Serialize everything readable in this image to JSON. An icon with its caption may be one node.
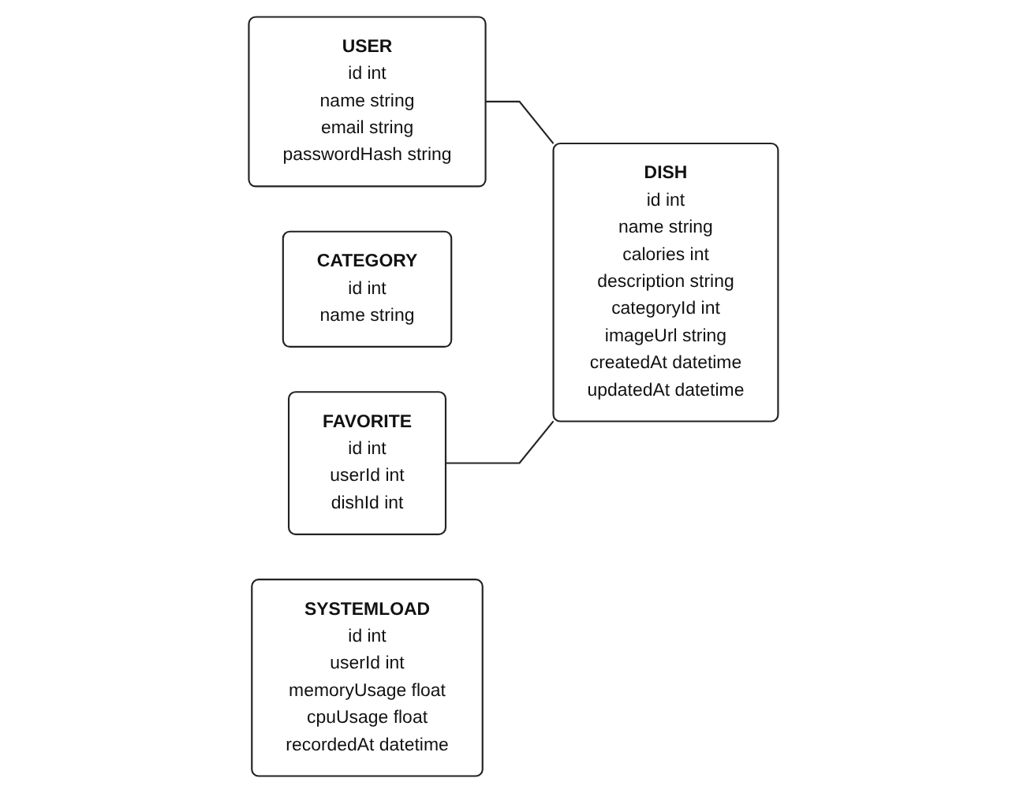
{
  "diagram": {
    "nodes": [
      {
        "text": [
          "USER",
          "id int",
          "name string",
          "email string",
          "passwordHash string"
        ]
      },
      {
        "text": [
          "CATEGORY",
          "id int",
          "name string"
        ]
      },
      {
        "text": [
          "DISH",
          "id int",
          "name string",
          "calories int",
          "description string",
          "categoryId int",
          "imageUrl string",
          "createdAt datetime",
          "updatedAt datetime"
        ]
      },
      {
        "text": [
          "FAVORITE",
          "id int",
          "userId int",
          "dishId int"
        ]
      },
      {
        "text": [
          "SYSTEMLOAD",
          "id int",
          "userId int",
          "memoryUsage float",
          "cpuUsage float",
          "recordedAt datetime"
        ]
      }
    ],
    "edges": [
      {
        "from": 0,
        "to": 2,
        "arrow": "none"
      },
      {
        "from": 3,
        "to": 2,
        "arrow": "none"
      }
    ]
  }
}
